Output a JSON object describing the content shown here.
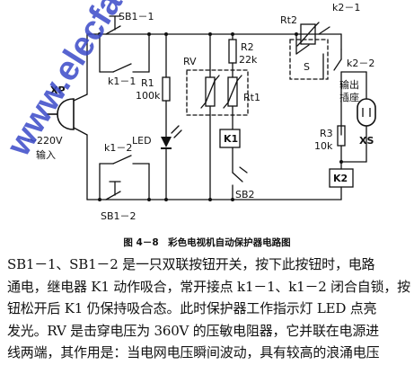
{
  "labels": {
    "sb1_1": "SB1－1",
    "sb1_2": "SB1－2",
    "k1_1": "k1－1",
    "k1_2": "k1－2",
    "xp": "XP",
    "mains_v": "～220V",
    "mains_in": "输入",
    "rv": "RV",
    "r1_name": "R1",
    "r1_val": "100k",
    "r2_name": "R2",
    "r2_val": "22k",
    "rt1": "Rt1",
    "led": "LED",
    "k1": "K1",
    "sb2": "SB2",
    "rt2": "Rt2",
    "k2_1": "k2－1",
    "s": "S",
    "k2_2": "k2－2",
    "out_1": "输出",
    "out_2": "插座",
    "xs": "XS",
    "r3_name": "R3",
    "r3_val": "10k",
    "k2": "K2"
  },
  "watermark": "www.elecfans.com",
  "caption": "图 4－8　彩色电视机自动保护器电路图",
  "body_lines": [
    "SB1－1、SB1－2 是一只双联按钮开关，按下此按钮时，电路",
    "通电，继电器 K1 动作吸合，常开接点 k1－1、k1－2 闭合自锁，按",
    "钮松开后 K1 仍保持吸合态。此时保护器工作指示灯 LED 点亮",
    "发光。RV 是击穿电压为 360V 的压敏电阻器，它并联在电源进",
    "线两端，其作用是：当电网电压瞬间波动，具有较高的浪涌电压"
  ]
}
